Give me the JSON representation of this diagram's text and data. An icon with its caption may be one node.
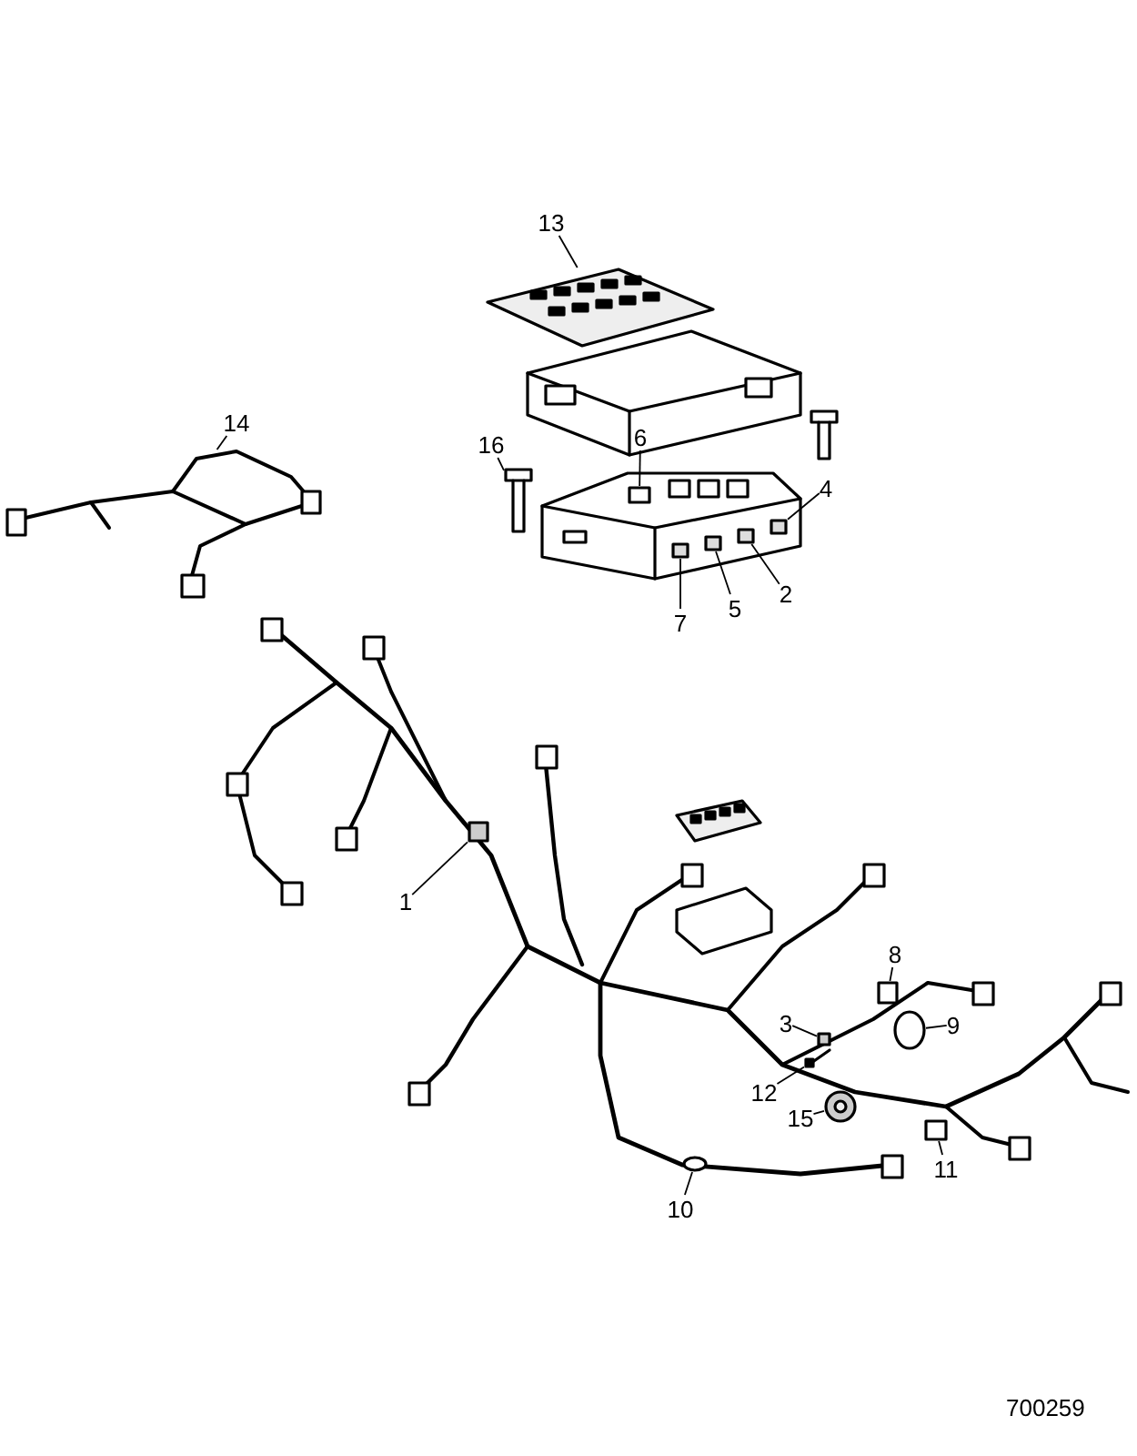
{
  "diagram": {
    "nodes": [
      {
        "text": [
          "13"
        ]
      },
      {
        "text": [
          "14"
        ]
      },
      {
        "text": [
          "16"
        ]
      },
      {
        "text": [
          "6"
        ]
      },
      {
        "text": [
          "4"
        ]
      },
      {
        "text": [
          "2"
        ]
      },
      {
        "text": [
          "5"
        ]
      },
      {
        "text": [
          "7"
        ]
      },
      {
        "text": [
          "1"
        ]
      },
      {
        "text": [
          "8"
        ]
      },
      {
        "text": [
          "3"
        ]
      },
      {
        "text": [
          "9"
        ]
      },
      {
        "text": [
          "12"
        ]
      },
      {
        "text": [
          "15"
        ]
      },
      {
        "text": [
          "11"
        ]
      },
      {
        "text": [
          "10"
        ]
      },
      {
        "text": [],
        "shape": "picture"
      },
      {
        "text": [],
        "shape": "picture"
      },
      {
        "text": [],
        "shape": "picture"
      },
      {
        "text": [],
        "shape": "picture"
      },
      {
        "text": [],
        "shape": "box",
        "in": 19
      },
      {
        "text": [],
        "shape": "box",
        "in": 19
      },
      {
        "text": [],
        "shape": "box",
        "in": 19
      },
      {
        "text": [],
        "shape": "box",
        "in": 19
      },
      {
        "text": [],
        "shape": "box",
        "in": 19
      },
      {
        "text": [],
        "shape": "box"
      },
      {
        "text": [],
        "shape": "box"
      },
      {
        "text": [],
        "shape": "box"
      },
      {
        "text": [],
        "shape": "circle"
      },
      {
        "text": [],
        "shape": "picture"
      },
      {
        "text": [],
        "shape": "picture"
      },
      {
        "text": [],
        "shape": "box"
      },
      {
        "text": [],
        "shape": "circle"
      }
    ],
    "edges": [
      {
        "from": 0,
        "to": 16,
        "arrow": "none"
      },
      {
        "from": 1,
        "to": 17,
        "arrow": "none"
      },
      {
        "from": 2,
        "to": 18,
        "arrow": "none"
      },
      {
        "from": 3,
        "to": 20,
        "arrow": "none"
      },
      {
        "from": 4,
        "to": 21,
        "arrow": "none"
      },
      {
        "from": 5,
        "to": 22,
        "arrow": "none"
      },
      {
        "from": 6,
        "to": 23,
        "arrow": "none"
      },
      {
        "from": 7,
        "to": 24,
        "arrow": "none"
      },
      {
        "from": 8,
        "to": 25,
        "arrow": "none"
      },
      {
        "from": 9,
        "to": 26,
        "arrow": "none"
      },
      {
        "from": 10,
        "to": 27,
        "arrow": "none"
      },
      {
        "from": 11,
        "to": 28,
        "arrow": "none"
      },
      {
        "from": 12,
        "to": 29,
        "arrow": "none"
      },
      {
        "from": 13,
        "to": 30,
        "arrow": "none"
      },
      {
        "from": 14,
        "to": 31,
        "arrow": "none"
      },
      {
        "from": 15,
        "to": 32,
        "arrow": "none"
      }
    ],
    "labels": [
      "700259"
    ]
  }
}
